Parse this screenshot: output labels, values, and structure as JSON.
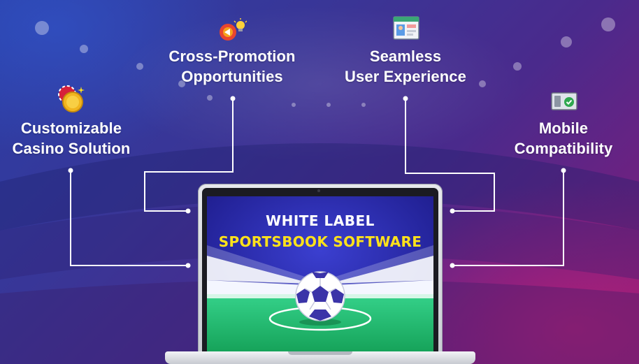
{
  "features": {
    "cross_promotion": {
      "line1": "Cross-Promotion",
      "line2": "Opportunities",
      "icon": "megaphone-bulb-icon"
    },
    "seamless": {
      "line1": "Seamless",
      "line2": "User Experience",
      "icon": "browser-window-icon"
    },
    "casino": {
      "line1": "Customizable",
      "line2": "Casino Solution",
      "icon": "casino-chips-icon"
    },
    "mobile": {
      "line1": "Mobile",
      "line2": "Compatibility",
      "icon": "device-check-icon"
    }
  },
  "screen": {
    "title_line1": "WHITE LABEL",
    "title_line2": "SPORTSBOOK SOFTWARE"
  },
  "colors": {
    "accent_yellow": "#ffe21a",
    "pitch_green": "#2fc777",
    "screen_blue": "#22209a",
    "connector": "#ffffff"
  }
}
